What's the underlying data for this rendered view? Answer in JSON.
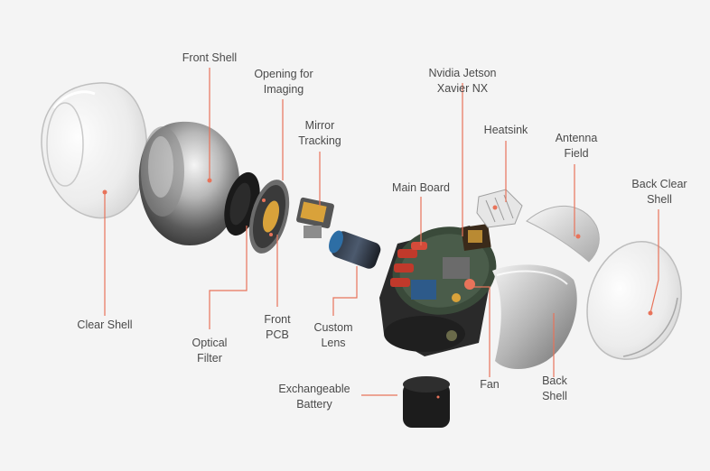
{
  "diagram": {
    "accent_color": "#e8735a",
    "labels": {
      "front_shell": [
        "Front Shell"
      ],
      "opening_for_imaging": [
        "Opening for",
        "Imaging"
      ],
      "nvidia_jetson": [
        "Nvidia Jetson",
        "Xavier NX"
      ],
      "mirror_tracking": [
        "Mirror",
        "Tracking"
      ],
      "heatsink": [
        "Heatsink"
      ],
      "antenna_field": [
        "Antenna",
        "Field"
      ],
      "main_board": [
        "Main Board"
      ],
      "back_clear_shell": [
        "Back Clear",
        "Shell"
      ],
      "clear_shell": [
        "Clear Shell"
      ],
      "front_pcb": [
        "Front",
        "PCB"
      ],
      "custom_lens": [
        "Custom",
        "Lens"
      ],
      "optical_filter": [
        "Optical",
        "Filter"
      ],
      "fan": [
        "Fan"
      ],
      "back_shell": [
        "Back",
        "Shell"
      ],
      "exchangeable_battery": [
        "Exchangeable",
        "Battery"
      ]
    }
  }
}
